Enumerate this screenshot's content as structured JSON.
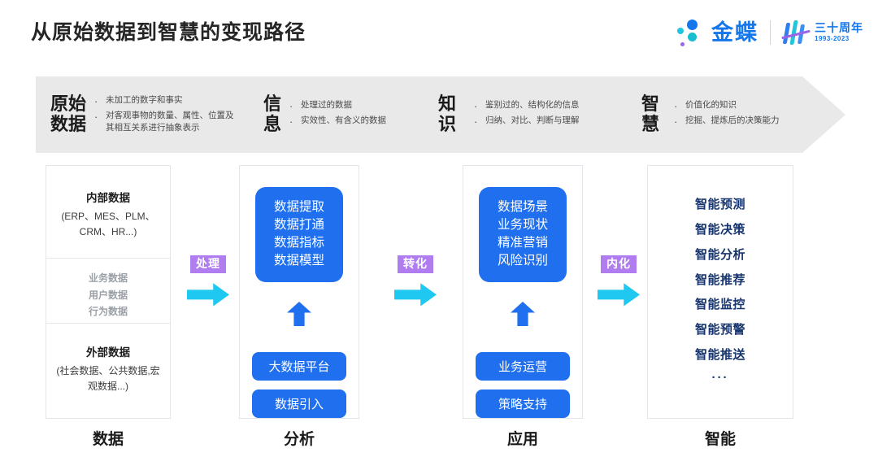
{
  "page": {
    "title": "从原始数据到智慧的变现路径"
  },
  "brand": {
    "name": "金蝶",
    "anniversary_cn": "三十周年",
    "anniversary_years": "1993-2023",
    "colors": {
      "brand_blue": "#1477ec",
      "cyan": "#20c6e0",
      "purple": "#9a63e8"
    }
  },
  "band": {
    "stages": [
      {
        "name": "原始\n数据",
        "name_line1": "原始",
        "name_line2": "数据",
        "bullets": [
          "未加工的数字和事实",
          "对客观事物的数量、属性、位置及其相互关系进行抽象表示"
        ]
      },
      {
        "name_line1": "信",
        "name_line2": "息",
        "bullets": [
          "处理过的数据",
          "实效性、有含义的数据"
        ]
      },
      {
        "name_line1": "知",
        "name_line2": "识",
        "bullets": [
          "鉴别过的、结构化的信息",
          "归纳、对比、判断与理解"
        ]
      },
      {
        "name_line1": "智",
        "name_line2": "慧",
        "bullets": [
          "价值化的知识",
          "挖掘、提炼后的决策能力"
        ]
      }
    ],
    "bullet_glyph": "·",
    "background": "#e9e9e9"
  },
  "columns": {
    "data": {
      "label": "数据",
      "internal_title": "内部数据",
      "internal_sub": "(ERP、MES、PLM、CRM、HR...)",
      "middle_items": [
        "业务数据",
        "用户数据",
        "行为数据"
      ],
      "external_title": "外部数据",
      "external_sub": "(社会数据、公共数据,宏观数据...)"
    },
    "analysis": {
      "label": "分析",
      "box_lines": "数据提取\n数据打通\n数据指标\n数据模型",
      "pill_1": "大数据平台",
      "pill_2": "数据引入"
    },
    "apply": {
      "label": "应用",
      "box_lines": "数据场景\n业务现状\n精准营销\n风险识别",
      "pill_1": "业务运营",
      "pill_2": "策略支持"
    },
    "intelligence": {
      "label": "智能",
      "items": [
        "智能预测",
        "智能决策",
        "智能分析",
        "智能推荐",
        "智能监控",
        "智能预警",
        "智能推送"
      ],
      "more": "···"
    }
  },
  "connectors": [
    {
      "label": "处理"
    },
    {
      "label": "转化"
    },
    {
      "label": "内化"
    }
  ],
  "colors": {
    "box_blue": "#1f6fee",
    "badge_purple": "#b07df0",
    "arrow_cyan": "#1ec8f0",
    "intel_navy": "#17356f"
  }
}
